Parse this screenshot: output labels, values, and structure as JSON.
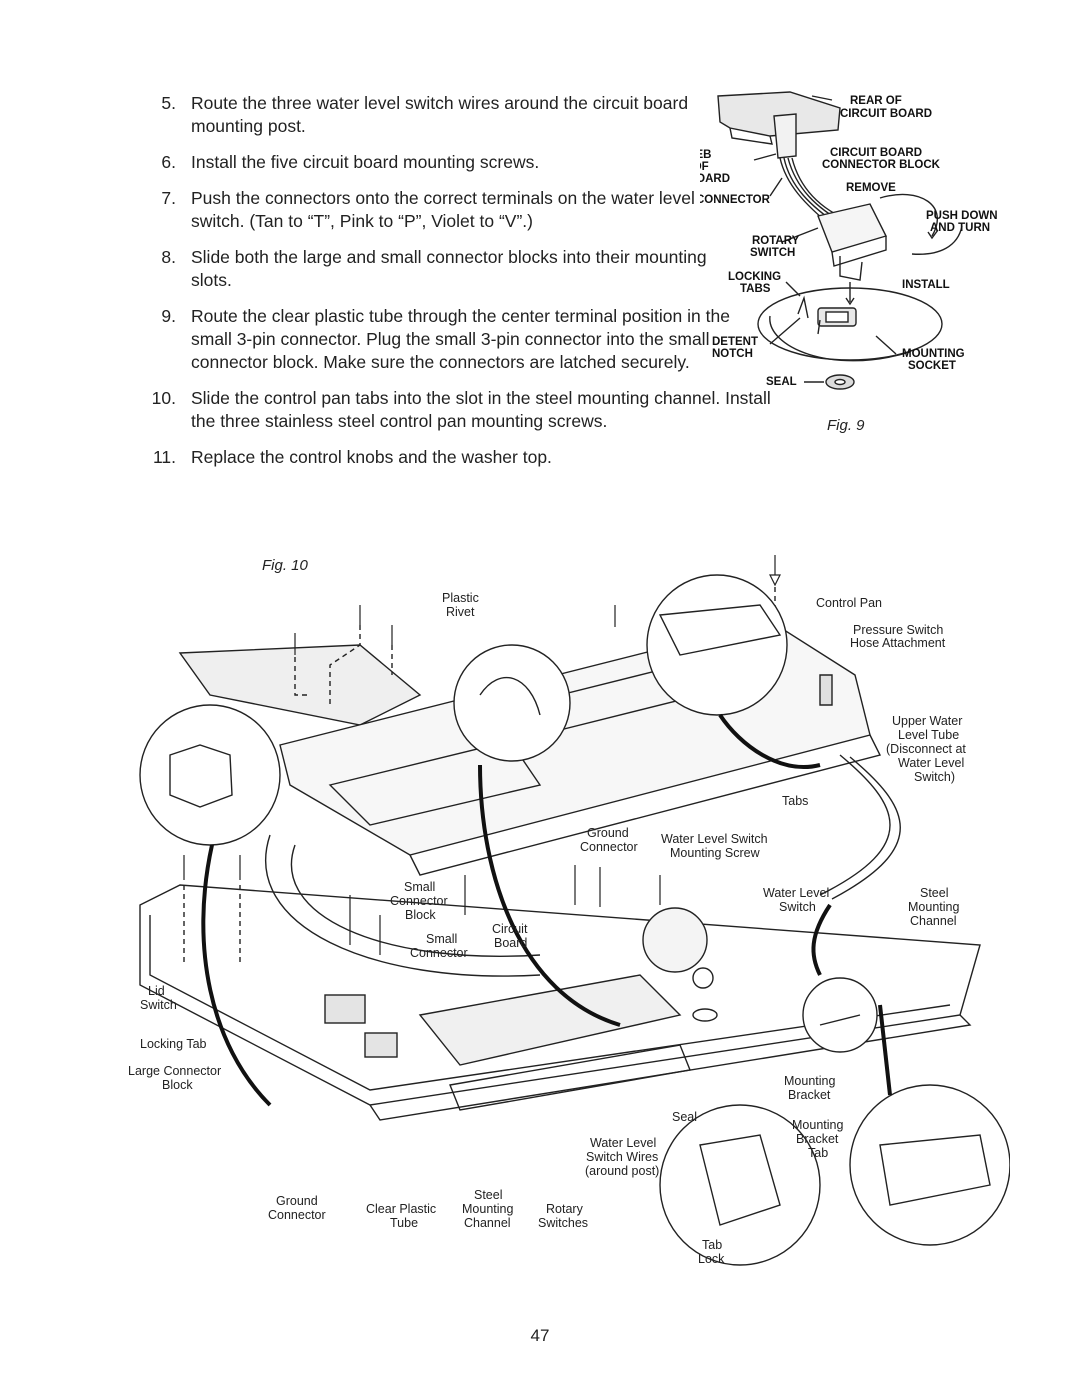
{
  "steps": [
    {
      "num": "5.",
      "text": "Route the three water level switch wires around the circuit board mounting post."
    },
    {
      "num": "6.",
      "text": "Install the five circuit board mounting screws."
    },
    {
      "num": "7.",
      "text": "Push the connectors onto the correct terminals on the water level switch. (Tan to “T”, Pink to “P”, Violet to “V”.)"
    },
    {
      "num": "8.",
      "text": "Slide both the large and small connector blocks into their mounting slots."
    },
    {
      "num": "9.",
      "text": "Route the clear plastic tube through the center terminal position in the small 3-pin connector. Plug the small 3-pin connector into the small connector block. Make sure the connectors are latched securely."
    },
    {
      "num": "10.",
      "text": "Slide the control pan tabs into the slot in the steel mounting channel. Install the three stainless steel control pan mounting screws."
    },
    {
      "num": "11.",
      "text": "Replace the control knobs and the washer top."
    }
  ],
  "fig9": {
    "caption": "Fig. 9",
    "labels": {
      "rear1": "REAR OF",
      "rear2": "CIRCUIT BOARD",
      "orient1": "ORIENT WEB",
      "orient2": "TO REAR OF",
      "orient3": "CIRCUIT BOARD",
      "cb1": "CIRCUIT BOARD",
      "cb2": "CONNECTOR BLOCK",
      "connector": "CONNECTOR",
      "remove": "REMOVE",
      "push1": "PUSH DOWN",
      "push2": "AND TURN",
      "rotary1": "ROTARY",
      "rotary2": "SWITCH",
      "locking1": "LOCKING",
      "locking2": "TABS",
      "install": "INSTALL",
      "detent1": "DETENT",
      "detent2": "NOTCH",
      "mounting1": "MOUNTING",
      "mounting2": "SOCKET",
      "seal": "SEAL"
    }
  },
  "fig10": {
    "caption": "Fig. 10",
    "labels": {
      "plastic": "Plastic",
      "rivet": "Rivet",
      "control_pan": "Control Pan",
      "pressure1": "Pressure Switch",
      "pressure2": "Hose Attachment",
      "upper1": "Upper Water",
      "upper2": "Level Tube",
      "upper3": "(Disconnect at",
      "upper4": "Water Level",
      "upper5": "Switch)",
      "tabs": "Tabs",
      "ground1a": "Ground",
      "ground1b": "Connector",
      "wls1": "Water Level Switch",
      "wls2": "Mounting Screw",
      "small_cb1": "Small",
      "small_cb2": "Connector",
      "small_cb3": "Block",
      "wl1": "Water Level",
      "wl2": "Switch",
      "steel1": "Steel",
      "steel2": "Mounting",
      "steel3": "Channel",
      "circuit1": "Circuit",
      "circuit2": "Board",
      "small_c1": "Small",
      "small_c2": "Connector",
      "lid1": "Lid",
      "lid2": "Switch",
      "locking_tab": "Locking Tab",
      "large1": "Large Connector",
      "large2": "Block",
      "mb1": "Mounting",
      "mb2": "Bracket",
      "seal": "Seal",
      "mbt1": "Mounting",
      "mbt2": "Bracket",
      "mbt3": "Tab",
      "wlsw1": "Water Level",
      "wlsw2": "Switch Wires",
      "wlsw3": "(around post)",
      "ground2a": "Ground",
      "ground2b": "Connector",
      "clear1": "Clear Plastic",
      "clear2": "Tube",
      "smc1": "Steel",
      "smc2": "Mounting",
      "smc3": "Channel",
      "rot1": "Rotary",
      "rot2": "Switches",
      "tablock1": "Tab",
      "tablock2": "Lock"
    }
  },
  "page_number": "47"
}
